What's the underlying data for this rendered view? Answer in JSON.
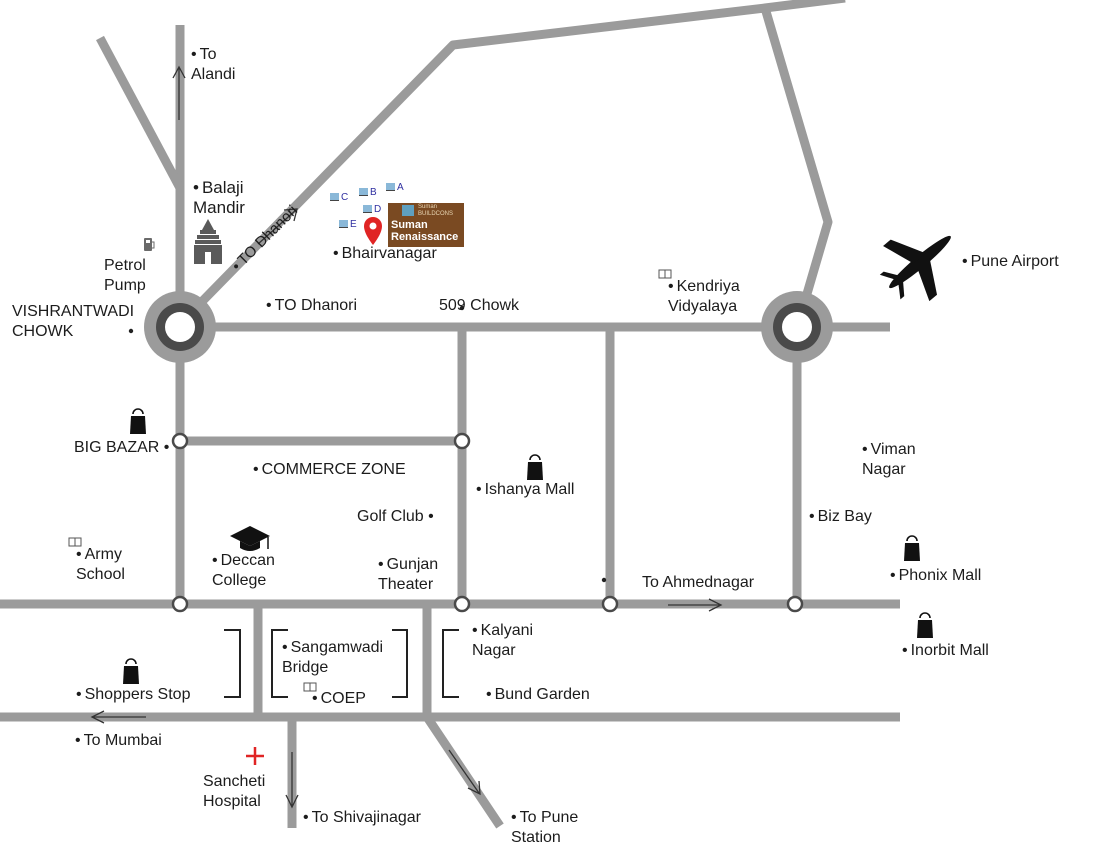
{
  "project": {
    "brand_small": "Suman BUILDCONS",
    "brand_name": "Suman Renaissance",
    "buildings": [
      "A",
      "B",
      "C",
      "D",
      "E"
    ]
  },
  "labels": {
    "to_alandi": "To Alandi",
    "balaji_mandir": "Balaji Mandir",
    "petrol_pump": "Petrol Pump",
    "vishrantwadi": "VISHRANTWADI CHOWK",
    "to_dhanori_road": "TO Dhanori",
    "to_dhanori_diag": "TO Dhanori",
    "to_dhanori": "TO Dhanori",
    "bhairvanagar": "Bhairvanagar",
    "chowk_509": "509 Chowk",
    "kendriya": "Kendriya Vidyalaya",
    "pune_airport": "Pune Airport",
    "big_bazar": "BIG BAZAR",
    "commerce_zone": "COMMERCE ZONE",
    "ishanya": "Ishanya Mall",
    "viman_nagar": "Viman Nagar",
    "golf_club": "Golf Club",
    "biz_bay": "Biz Bay",
    "army_school": "Army School",
    "deccan": "Deccan College",
    "gunjan": "Gunjan Theater",
    "to_ahmednagar": "To Ahmednagar",
    "phonix": "Phonix Mall",
    "sangamwadi": "Sangamwadi Bridge",
    "kalyani": "Kalyani Nagar",
    "inorbit": "Inorbit Mall",
    "shoppers_stop": "Shoppers Stop",
    "coep": "COEP",
    "bund_garden": "Bund Garden",
    "to_mumbai": "To Mumbai",
    "sancheti": "Sancheti Hospital",
    "to_shivajinagar": "To Shivajinagar",
    "to_pune_station": "To Pune Station"
  },
  "icons": {
    "temple": "temple-icon",
    "fuel": "fuel-pump-icon",
    "airplane": "airplane-icon",
    "shopping_bag": "shopping-bag-icon",
    "book": "book-icon",
    "graduation_cap": "graduation-cap-icon",
    "hospital": "hospital-cross-icon",
    "location_pin": "location-pin-icon"
  },
  "colors": {
    "road": "#9b9b9b",
    "roundabout_inner": "#4a4a4a",
    "pin": "#e02424",
    "brand_box": "#7a4a22",
    "hospital": "#e02424"
  }
}
